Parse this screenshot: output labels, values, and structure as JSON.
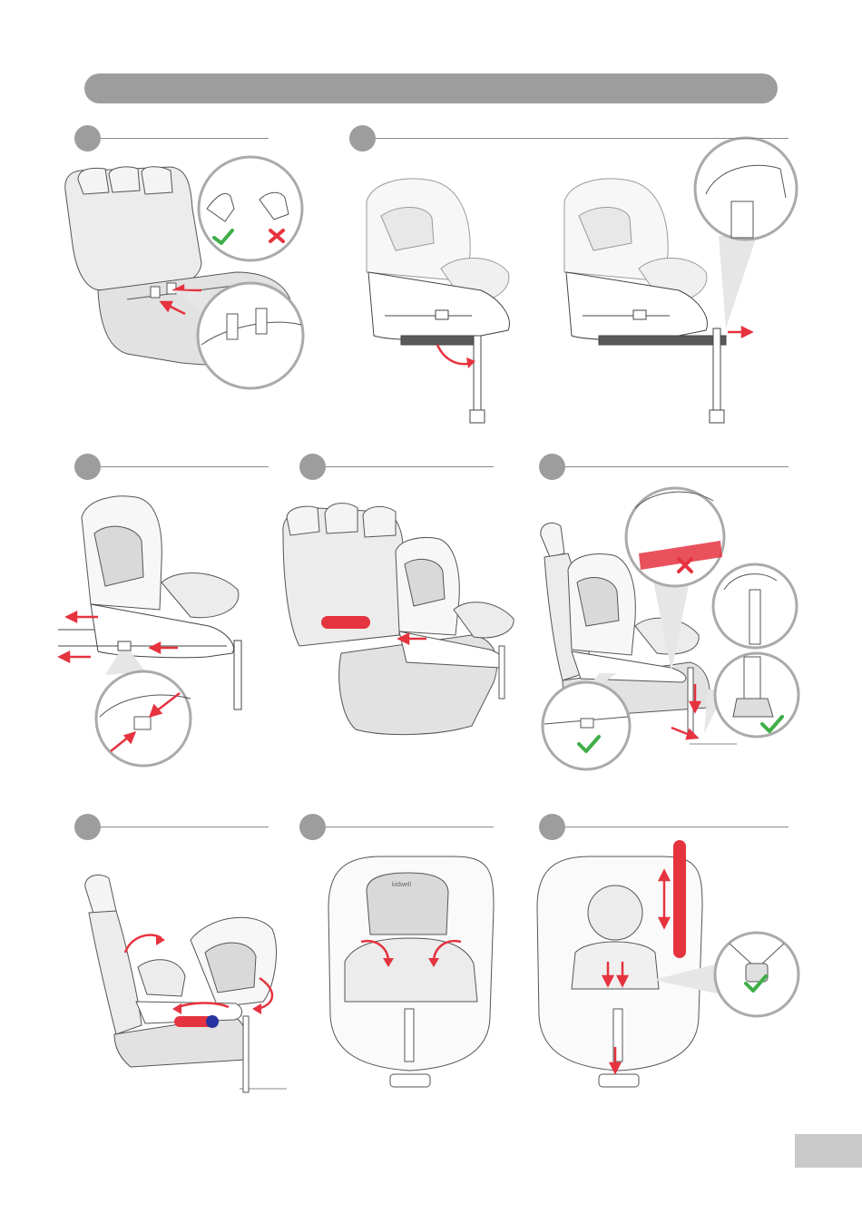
{
  "header": {
    "title": ""
  },
  "steps": [
    {
      "id": "1",
      "number": ""
    },
    {
      "id": "2",
      "number": ""
    },
    {
      "id": "3",
      "number": ""
    },
    {
      "id": "4",
      "number": ""
    },
    {
      "id": "5",
      "number": ""
    },
    {
      "id": "6",
      "number": ""
    },
    {
      "id": "7",
      "number": ""
    },
    {
      "id": "8",
      "number": ""
    }
  ],
  "brand": {
    "logo_text": "kidwell"
  },
  "footer": {
    "page_number": ""
  },
  "colors": {
    "accent_red": "#e5333f",
    "ok_green": "#3fae49",
    "indicator_blue": "#2633a0",
    "header_gray": "#9d9d9d",
    "line_gray": "#8a8a8a",
    "seat_fill": "#e6e6e6"
  },
  "icons": [
    "check-icon",
    "cross-icon",
    "arrow-icon",
    "magnifier-circle-icon"
  ]
}
